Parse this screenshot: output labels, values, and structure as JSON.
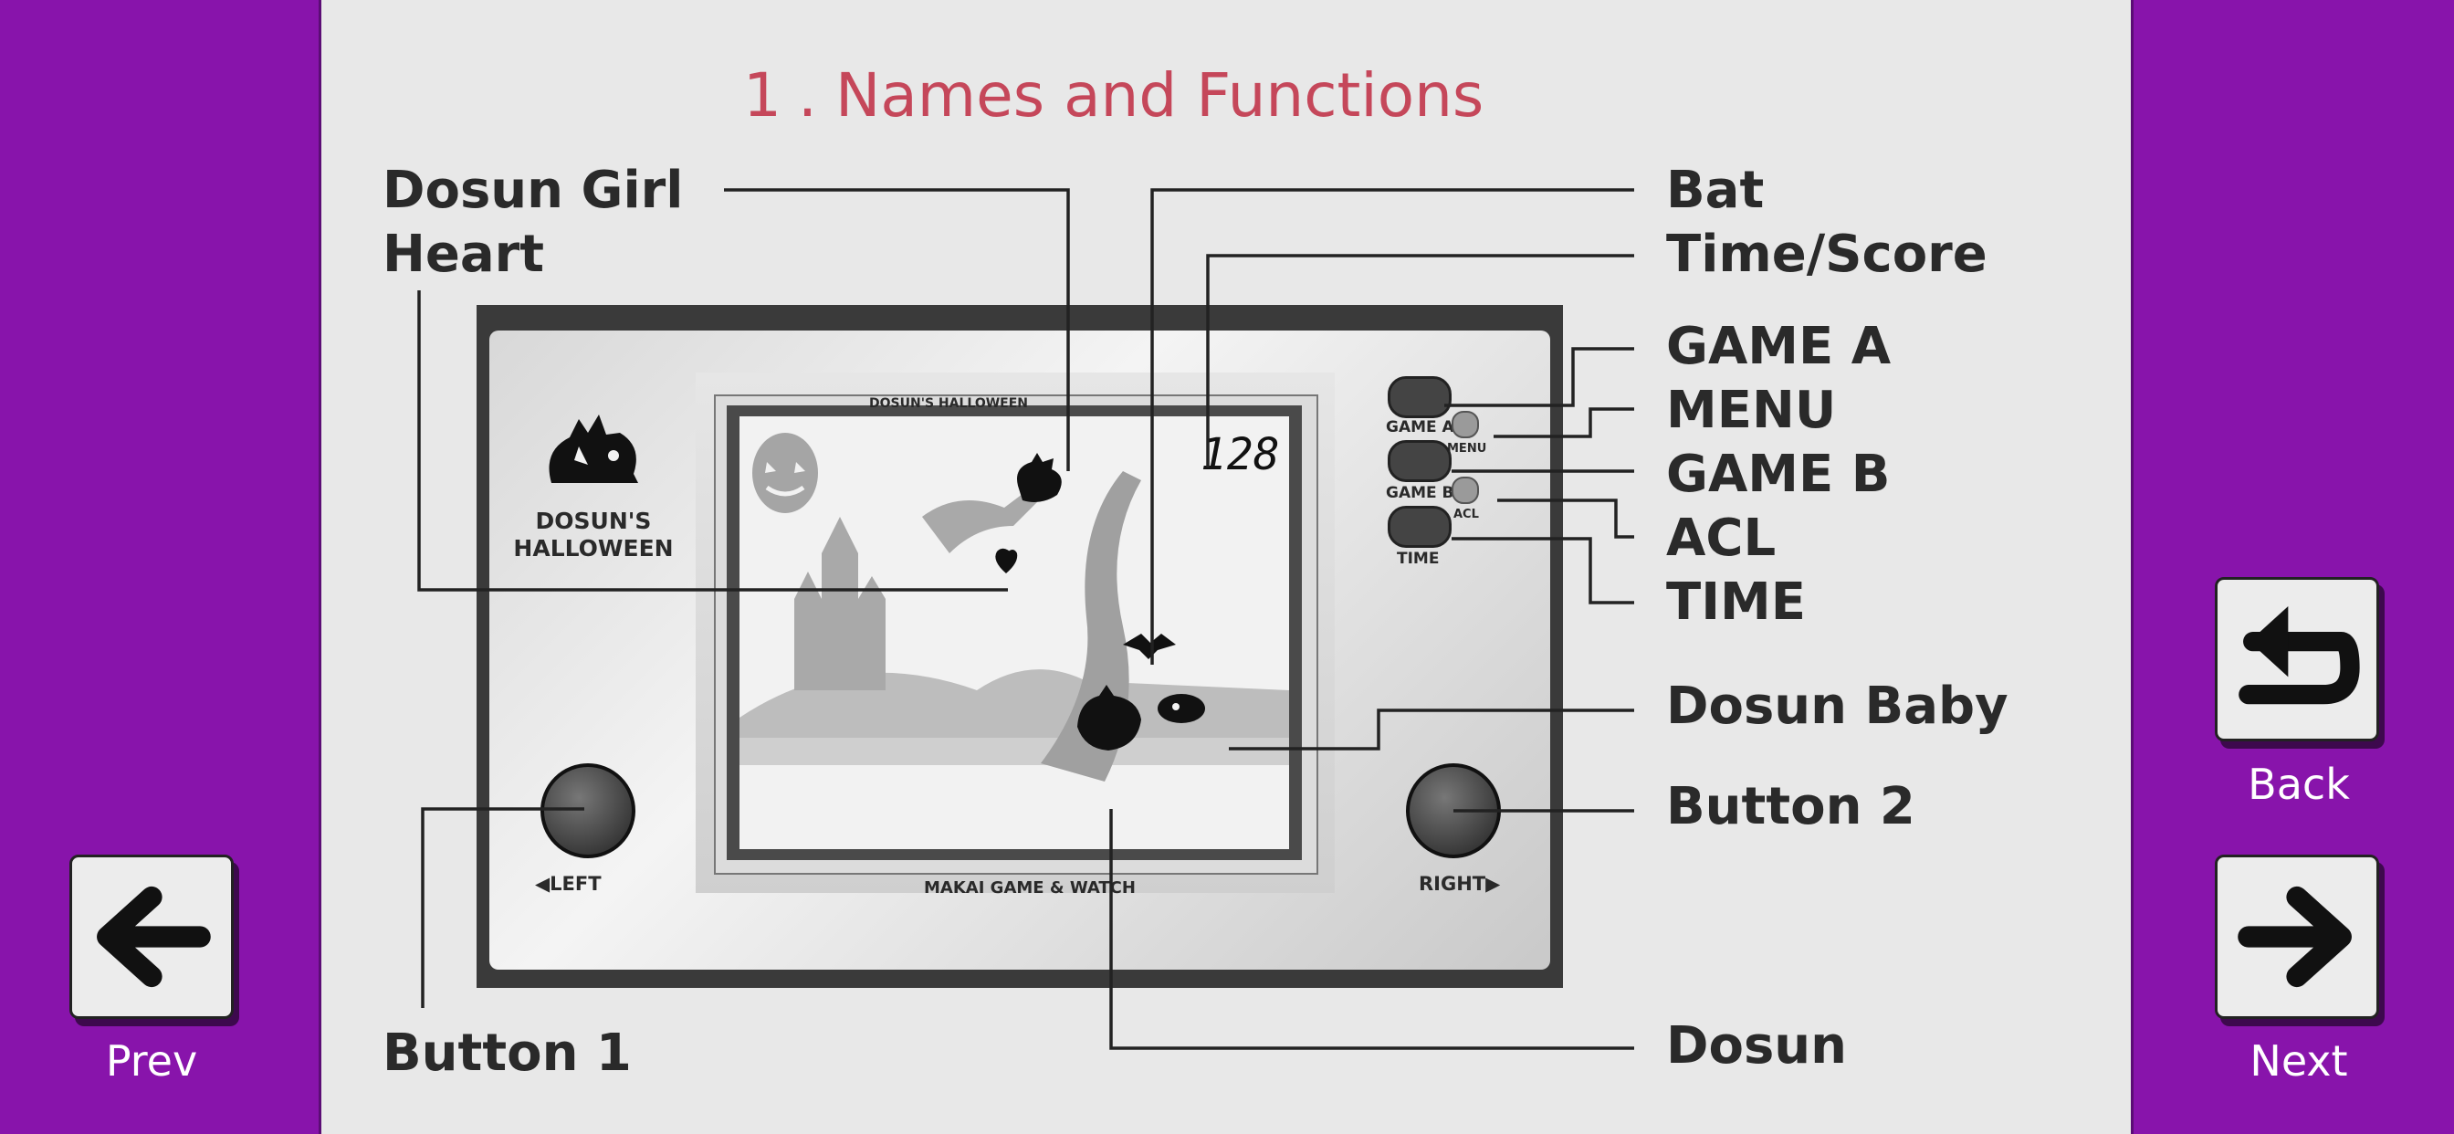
{
  "page": {
    "title_number": "1",
    "title_dot": ".",
    "title_text": "Names and Functions"
  },
  "labels": {
    "dosun_girl": "Dosun Girl",
    "heart": "Heart",
    "bat": "Bat",
    "time_score": "Time/Score",
    "game_a": "GAME A",
    "menu": "MENU",
    "game_b": "GAME B",
    "acl": "ACL",
    "time": "TIME",
    "dosun_baby": "Dosun Baby",
    "button_2": "Button 2",
    "button_1": "Button 1",
    "dosun": "Dosun"
  },
  "device": {
    "brand_line1": "DOSUN'S",
    "brand_line2": "HALLOWEEN",
    "screen_header": "DOSUN'S HALLOWEEN",
    "screen_footer": "MAKAI GAME & WATCH",
    "lcd_score": "128",
    "btn_game_a": "GAME A",
    "btn_menu": "MENU",
    "btn_game_b": "GAME B",
    "btn_acl": "ACL",
    "btn_time": "TIME",
    "left_label": "◀LEFT",
    "right_label": "RIGHT▶"
  },
  "nav": {
    "prev": "Prev",
    "next": "Next",
    "back": "Back"
  },
  "colors": {
    "background": "#8814ab",
    "panel": "#e8e8e8",
    "title": "#c5475a"
  },
  "icons": {
    "prev": "arrow-left-icon",
    "next": "arrow-right-icon",
    "back": "return-arrow-icon"
  }
}
